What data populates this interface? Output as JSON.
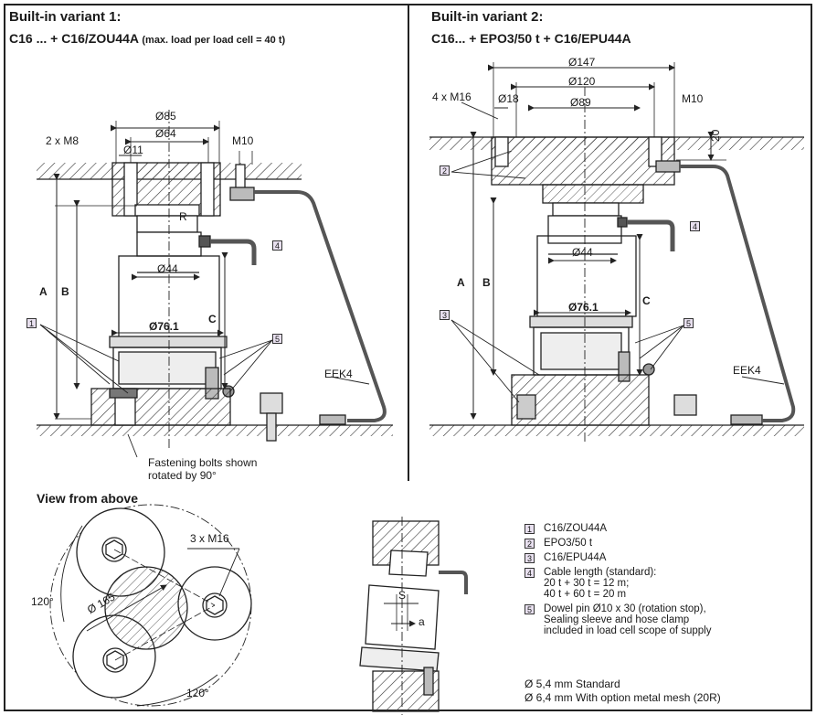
{
  "variant1": {
    "heading": "Built-in variant 1:",
    "subheading": "C16 ... + C16/ZOU44A",
    "subnote": "(max. load per load cell = 40 t)",
    "dims": {
      "d85": "Ø85",
      "d64": "Ø64",
      "m8": "2 x M8",
      "d11": "Ø11",
      "m10": "M10",
      "r": "R",
      "d44": "Ø44",
      "d761": "Ø76.1",
      "a": "A",
      "b": "B",
      "c": "C",
      "eek4": "EEK4"
    },
    "callouts": [
      "1",
      "4",
      "5"
    ],
    "note": "Fastening bolts shown\nrotated by 90°"
  },
  "variant2": {
    "heading": "Built-in variant 2:",
    "subheading": "C16... + EPO3/50 t + C16/EPU44A",
    "dims": {
      "d147": "Ø147",
      "d120": "Ø120",
      "m16": "4 x M16",
      "d18": "Ø18",
      "d89": "Ø89",
      "m10": "M10",
      "h20": "20",
      "d44": "Ø44",
      "d761": "Ø76.1",
      "a": "A",
      "b": "B",
      "c": "C",
      "eek4": "EEK4"
    },
    "callouts": [
      "2",
      "4",
      "3",
      "5"
    ]
  },
  "view_above": {
    "heading": "View from above",
    "m16": "3 x M16",
    "d165": "Ø 165",
    "a1": "120°",
    "a2": "120°"
  },
  "side_view": {
    "s": "S",
    "a": "a"
  },
  "legend": [
    {
      "num": "1",
      "text": "C16/ZOU44A"
    },
    {
      "num": "2",
      "text": "EPO3/50 t"
    },
    {
      "num": "3",
      "text": "C16/EPU44A"
    },
    {
      "num": "4",
      "text": "Cable length (standard):\n20 t + 30 t = 12 m;\n40 t + 60 t = 20 m"
    },
    {
      "num": "5",
      "text": "Dowel pin Ø10 x 30 (rotation stop),\nSealing sleeve and hose clamp\nincluded in load cell scope of supply"
    }
  ],
  "footnotes": {
    "f1": "Ø 5,4 mm Standard",
    "f2": "Ø 6,4 mm With option metal mesh (20R)"
  }
}
